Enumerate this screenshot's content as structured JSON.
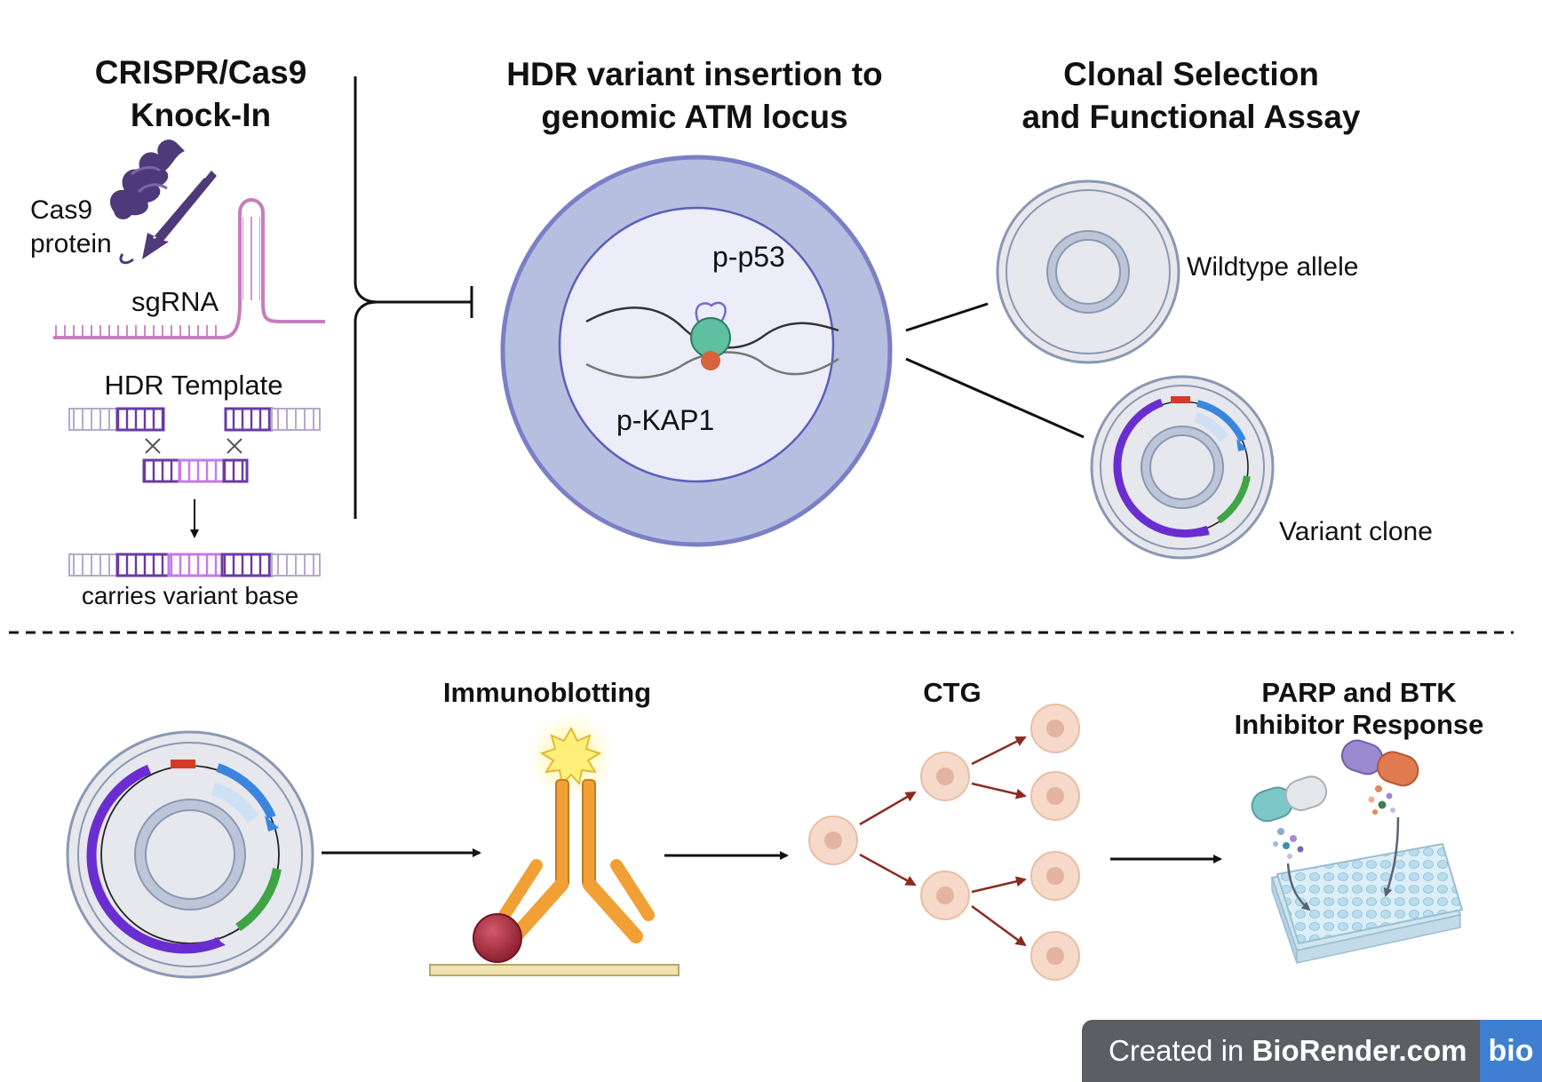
{
  "titles": {
    "crispr_line1": "CRISPR/Cas9",
    "crispr_line2": "Knock-In",
    "hdr_line1": "HDR variant insertion to",
    "hdr_line2": "genomic ATM locus",
    "clonal_line1": "Clonal Selection",
    "clonal_line2": "and Functional Assay"
  },
  "labels": {
    "cas9_line1": "Cas9",
    "cas9_line2": "protein",
    "sgrna": "sgRNA",
    "hdr_template": "HDR Template",
    "carries_variant": "carries variant base",
    "p_p53": "p-p53",
    "p_kap1": "p-KAP1",
    "wildtype": "Wildtype allele",
    "variant_clone": "Variant clone"
  },
  "assays": {
    "immunoblotting": "Immunoblotting",
    "ctg": "CTG",
    "parp_line1": "PARP and BTK",
    "parp_line2": "Inhibitor Response"
  },
  "badge": {
    "created_in": "Created in ",
    "brand": "BioRender.com",
    "logo": "bio"
  },
  "colors": {
    "cell_outer": "#b6bfe0",
    "cell_border": "#7b7fc6",
    "nucleus": "#ecedf9",
    "sgrna": "#c77dbd",
    "cas9": "#4e3a7a",
    "dna_dark": "#6a3aa6",
    "dna_light": "#b5aacb",
    "dna_variant": "#c67ae8",
    "antibody": "#f0a035",
    "antigen": "#a3273b",
    "cell_icon": "#f6d9c8",
    "arrow_red": "#8b2a22",
    "badge_bg": "#5b5e63",
    "badge_logo": "#3e7fd1"
  }
}
